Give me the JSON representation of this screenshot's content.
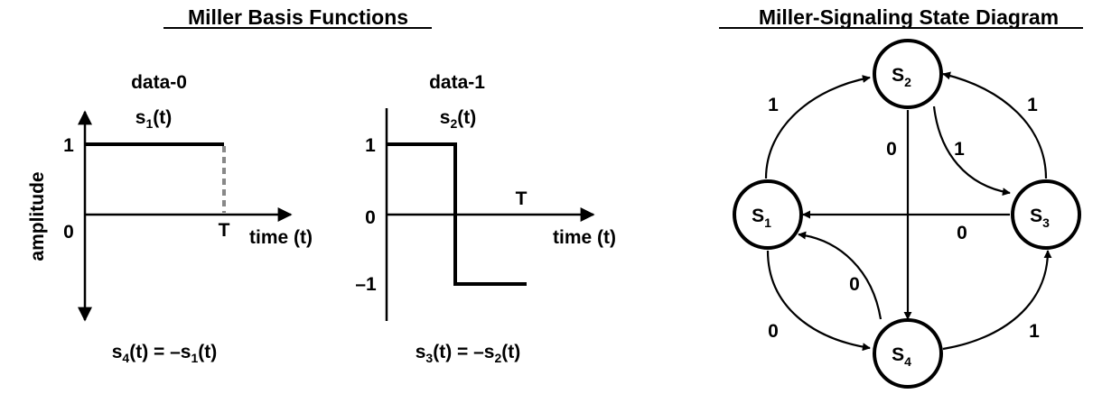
{
  "left_title": "Miller Basis Functions",
  "right_title": "Miller-Signaling State Diagram",
  "plot0": {
    "heading": "data-0",
    "signal": "s1(t)",
    "ylabel": "amplitude",
    "y_tick_top": "1",
    "y_tick_mid": "0",
    "t_label": "T",
    "x_label": "time (t)",
    "equation": "s4(t) = –s1(t)"
  },
  "plot1": {
    "heading": "data-1",
    "signal": "s2(t)",
    "y_tick_top": "1",
    "y_tick_mid": "0",
    "y_tick_bottom": "–1",
    "t_label": "T",
    "x_label": "time (t)",
    "equation": "s3(t) = –s2(t)"
  },
  "states": [
    {
      "id": "S1",
      "letter": "S",
      "sub": "1"
    },
    {
      "id": "S2",
      "letter": "S",
      "sub": "2"
    },
    {
      "id": "S3",
      "letter": "S",
      "sub": "3"
    },
    {
      "id": "S4",
      "letter": "S",
      "sub": "4"
    }
  ],
  "transitions": [
    {
      "from": "S1",
      "to": "S2",
      "label": "1"
    },
    {
      "from": "S3",
      "to": "S2",
      "label": "1"
    },
    {
      "from": "S2",
      "to": "S3",
      "label": "1"
    },
    {
      "from": "S2",
      "to": "S4",
      "label": "0"
    },
    {
      "from": "S3",
      "to": "S1",
      "label": "0"
    },
    {
      "from": "S4",
      "to": "S1",
      "label": "0"
    },
    {
      "from": "S1",
      "to": "S4",
      "label": "0"
    },
    {
      "from": "S4",
      "to": "S3",
      "label": "1"
    }
  ]
}
